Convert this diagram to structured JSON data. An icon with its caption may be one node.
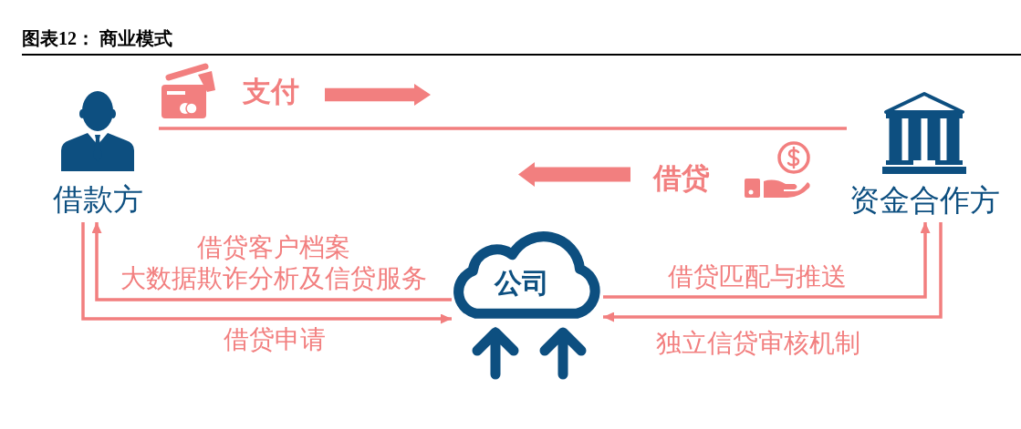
{
  "diagram": {
    "title": "图表12： 商业模式",
    "nodes": [
      {
        "text": [
          "借款方"
        ]
      },
      {
        "text": [
          "资金合作方"
        ]
      },
      {
        "text": [
          "公司"
        ]
      }
    ],
    "edges": [
      {
        "from": 0,
        "to": 1,
        "arrow": "none"
      },
      {
        "from": 2,
        "to": 0,
        "arrow": "to",
        "label": "借贷客户档案大数据欺诈分析及信贷服务"
      },
      {
        "from": 0,
        "to": 2,
        "arrow": "to",
        "label": "借贷申请"
      },
      {
        "from": 2,
        "to": 1,
        "arrow": "to",
        "label": "借贷匹配与推送"
      },
      {
        "from": 1,
        "to": 2,
        "arrow": "to",
        "label": "独立信贷审核机制"
      }
    ],
    "labels": [
      "支付",
      "借贷"
    ]
  }
}
